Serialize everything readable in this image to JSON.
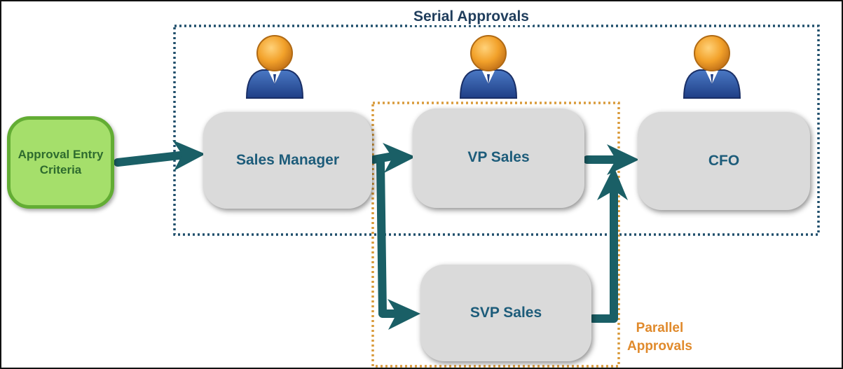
{
  "serial_group": {
    "label": "Serial Approvals"
  },
  "parallel_group": {
    "label_line1": "Parallel",
    "label_line2": "Approvals"
  },
  "entry_node": {
    "line1": "Approval Entry",
    "line2": "Criteria"
  },
  "nodes": {
    "sales_manager": "Sales Manager",
    "vp_sales": "VP Sales",
    "cfo": "CFO",
    "svp_sales": "SVP Sales"
  },
  "icons": {
    "approver": "user-icon"
  },
  "colors": {
    "serial_border": "#1f4e6b",
    "parallel_border": "#d99a3a",
    "arrow": "#1a5f66",
    "node_text": "#1d5c7a",
    "entry_fill": "#a5df6b",
    "entry_border": "#63ad34"
  }
}
